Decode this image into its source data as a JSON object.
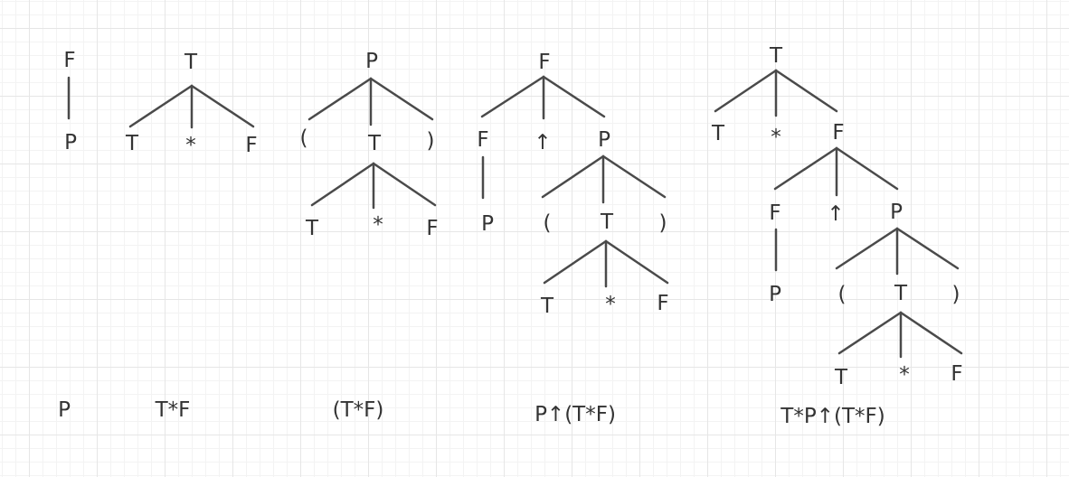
{
  "trees": [
    {
      "id": "tree1",
      "caption": "P",
      "labels": {
        "r": "F",
        "c1": "P"
      }
    },
    {
      "id": "tree2",
      "caption": "T*F",
      "labels": {
        "r": "T",
        "a": "T",
        "b": "*",
        "c": "F"
      }
    },
    {
      "id": "tree3",
      "caption": "(T*F)",
      "labels": {
        "r": "P",
        "a": "(",
        "b": "T",
        "c": ")",
        "ba": "T",
        "bb": "*",
        "bc": "F"
      }
    },
    {
      "id": "tree4",
      "caption": "P↑(T*F)",
      "labels": {
        "r": "F",
        "a": "F",
        "b": "↑",
        "c": "P",
        "aa": "P",
        "ca": "(",
        "cb": "T",
        "cc": ")",
        "cba": "T",
        "cbb": "*",
        "cbc": "F"
      }
    },
    {
      "id": "tree5",
      "caption": "T*P↑(T*F)",
      "labels": {
        "r": "T",
        "a": "T",
        "b": "*",
        "c": "F",
        "ca": "F",
        "cb": "↑",
        "cc": "P",
        "caa": "P",
        "cca": "(",
        "ccb": "T",
        "ccc": ")",
        "ccba": "T",
        "ccbb": "*",
        "ccbc": "F"
      }
    }
  ]
}
